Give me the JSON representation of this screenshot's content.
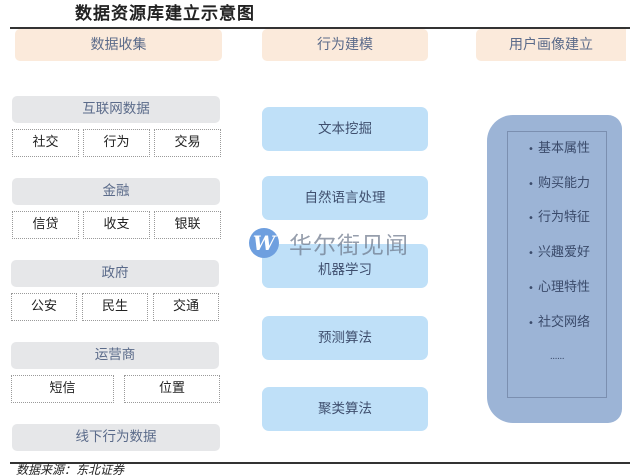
{
  "title": "数据资源库建立示意图",
  "columns": {
    "collect": {
      "label": "数据收集"
    },
    "model": {
      "label": "行为建模"
    },
    "profile": {
      "label": "用户画像建立"
    }
  },
  "categories": [
    {
      "label": "互联网数据",
      "items": [
        "社交",
        "行为",
        "交易"
      ]
    },
    {
      "label": "金融",
      "items": [
        "信贷",
        "收支",
        "银联"
      ]
    },
    {
      "label": "政府",
      "items": [
        "公安",
        "民生",
        "交通"
      ]
    },
    {
      "label": "运营商",
      "items": [
        "短信",
        "位置"
      ]
    },
    {
      "label": "线下行为数据",
      "items": []
    }
  ],
  "models": [
    "文本挖掘",
    "自然语言处理",
    "机器学习",
    "预测算法",
    "聚类算法"
  ],
  "profile": {
    "bullet": "•",
    "items": [
      "基本属性",
      "购买能力",
      "行为特征",
      "兴趣爱好",
      "心理特性",
      "社交网络"
    ],
    "more": "......"
  },
  "watermark": {
    "logo": "W",
    "text": "华尔街见闻"
  },
  "source": "数据来源：东北证券",
  "colors": {
    "header_bg": "#fbeadb",
    "category_bg": "#e6e7e9",
    "model_bg": "#bfe0f8",
    "profile_bg": "#9cb4d6",
    "label_text": "#5b6b8a"
  }
}
